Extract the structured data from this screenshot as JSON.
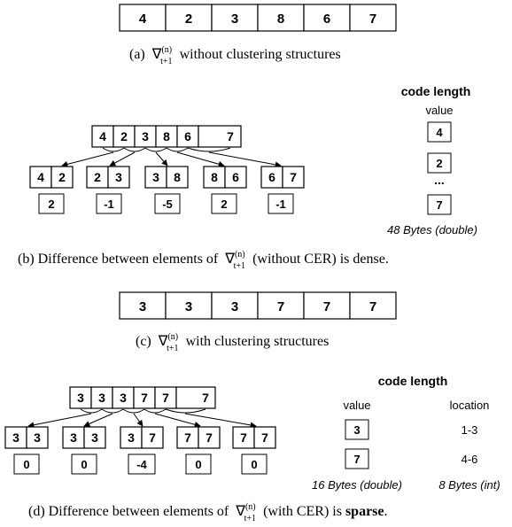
{
  "panel_a": {
    "values": [
      "4",
      "2",
      "3",
      "8",
      "6",
      "7"
    ],
    "caption_prefix": "(a)",
    "caption_symbol": "∇",
    "caption_sub": "t+1",
    "caption_sup": "(n)",
    "caption_text": "without clustering structures"
  },
  "panel_b": {
    "top_values": [
      "4",
      "2",
      "3",
      "8",
      "6",
      "7"
    ],
    "pairs": [
      [
        "4",
        "2"
      ],
      [
        "2",
        "3"
      ],
      [
        "3",
        "8"
      ],
      [
        "8",
        "6"
      ],
      [
        "6",
        "7"
      ]
    ],
    "diffs": [
      "2",
      "-1",
      "-5",
      "2",
      "-1"
    ],
    "code_length_title": "code length",
    "value_header": "value",
    "value_items": [
      "4",
      "2",
      "7"
    ],
    "ellipsis": "...",
    "size_note": "48 Bytes (double)",
    "caption_prefix": "(b) Difference between elements of",
    "caption_symbol": "∇",
    "caption_sub": "t+1",
    "caption_sup": "(n)",
    "caption_text": "(without CER) is dense."
  },
  "panel_c": {
    "values": [
      "3",
      "3",
      "3",
      "7",
      "7",
      "7"
    ],
    "caption_prefix": "(c)",
    "caption_symbol": "∇",
    "caption_sub": "t+1",
    "caption_sup": "(n)",
    "caption_text": "with clustering structures"
  },
  "panel_d": {
    "top_values": [
      "3",
      "3",
      "3",
      "7",
      "7",
      "7"
    ],
    "pairs": [
      [
        "3",
        "3"
      ],
      [
        "3",
        "3"
      ],
      [
        "3",
        "7"
      ],
      [
        "7",
        "7"
      ],
      [
        "7",
        "7"
      ]
    ],
    "diffs": [
      "0",
      "0",
      "-4",
      "0",
      "0"
    ],
    "code_length_title": "code length",
    "value_header": "value",
    "location_header": "location",
    "value_items": [
      "3",
      "7"
    ],
    "location_items": [
      "1-3",
      "4-6"
    ],
    "value_size_note": "16 Bytes (double)",
    "location_size_note": "8 Bytes (int)",
    "caption_prefix": "(d) Difference between elements of",
    "caption_symbol": "∇",
    "caption_sub": "t+1",
    "caption_sup": "(n)",
    "caption_text_before": "(with CER) is",
    "caption_bold": "sparse",
    "caption_end": "."
  }
}
